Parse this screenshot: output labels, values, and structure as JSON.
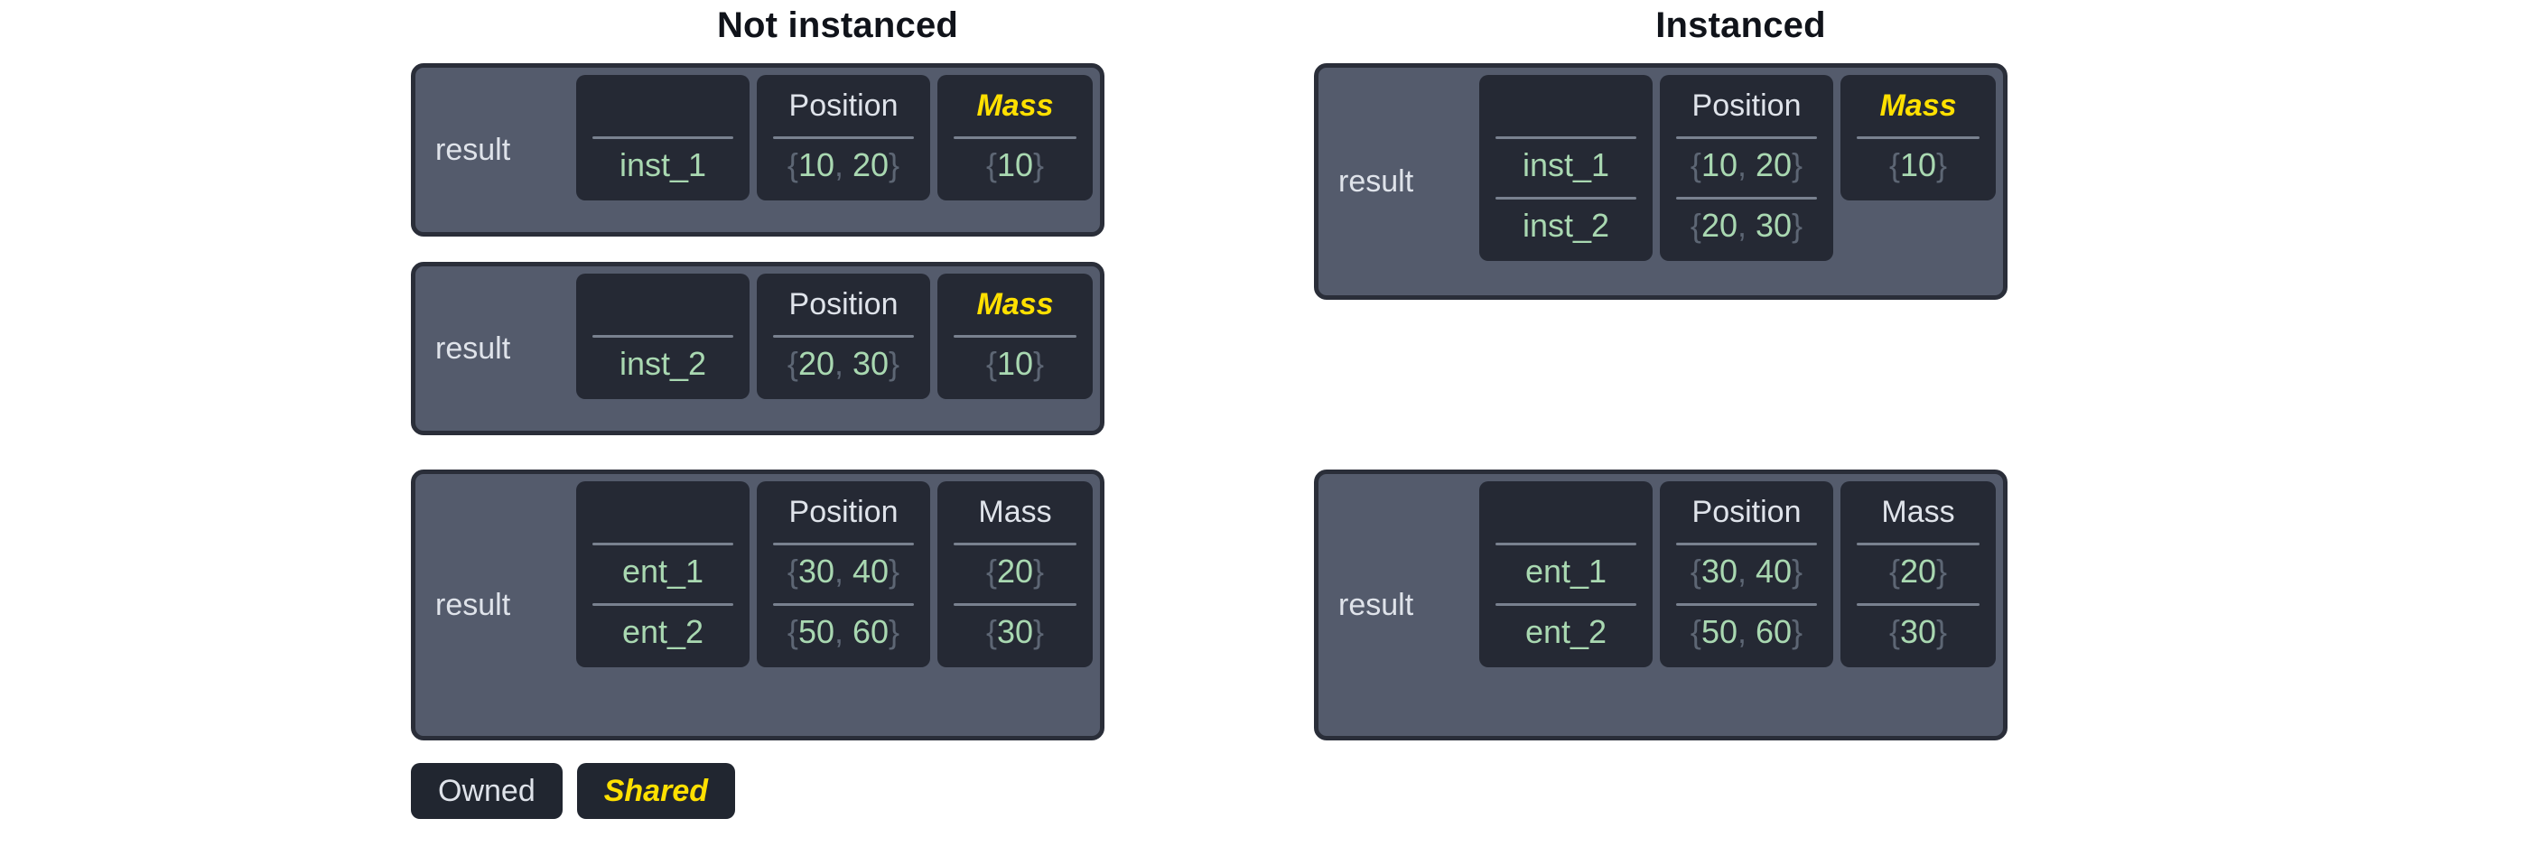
{
  "colors": {
    "page_background": "#ffffff",
    "panel_fill": "#545b6c",
    "panel_border": "#2a2e39",
    "column_fill": "#252934",
    "owned_text": "#dfe3ea",
    "shared_text": "#ffe000",
    "value_green": "#a9d8b1",
    "brace_gray": "#5d6674",
    "rule_gray": "#79818f",
    "title_text": "#10131a"
  },
  "columns": [
    {
      "key": "not_instanced",
      "title": "Not instanced",
      "panels": [
        {
          "label": "result",
          "columns": [
            {
              "header": "",
              "ownership": "owned",
              "cells": [
                "inst_1"
              ]
            },
            {
              "header": "Position",
              "ownership": "owned",
              "cells": [
                "{10, 20}"
              ]
            },
            {
              "header": "Mass",
              "ownership": "shared",
              "cells": [
                "{10}"
              ]
            }
          ]
        },
        {
          "label": "result",
          "columns": [
            {
              "header": "",
              "ownership": "owned",
              "cells": [
                "inst_2"
              ]
            },
            {
              "header": "Position",
              "ownership": "owned",
              "cells": [
                "{20, 30}"
              ]
            },
            {
              "header": "Mass",
              "ownership": "shared",
              "cells": [
                "{10}"
              ]
            }
          ]
        },
        {
          "label": "result",
          "columns": [
            {
              "header": "",
              "ownership": "owned",
              "cells": [
                "ent_1",
                "ent_2"
              ]
            },
            {
              "header": "Position",
              "ownership": "owned",
              "cells": [
                "{30, 40}",
                "{50, 60}"
              ]
            },
            {
              "header": "Mass",
              "ownership": "owned",
              "cells": [
                "{20}",
                "{30}"
              ]
            }
          ]
        }
      ]
    },
    {
      "key": "instanced",
      "title": "Instanced",
      "panels": [
        {
          "label": "result",
          "columns": [
            {
              "header": "",
              "ownership": "owned",
              "cells": [
                "inst_1",
                "inst_2"
              ]
            },
            {
              "header": "Position",
              "ownership": "owned",
              "cells": [
                "{10, 20}",
                "{20, 30}"
              ]
            },
            {
              "header": "Mass",
              "ownership": "shared",
              "cells": [
                "{10}"
              ]
            }
          ]
        },
        {
          "label": "result",
          "columns": [
            {
              "header": "",
              "ownership": "owned",
              "cells": [
                "ent_1",
                "ent_2"
              ]
            },
            {
              "header": "Position",
              "ownership": "owned",
              "cells": [
                "{30, 40}",
                "{50, 60}"
              ]
            },
            {
              "header": "Mass",
              "ownership": "owned",
              "cells": [
                "{20}",
                "{30}"
              ]
            }
          ]
        }
      ]
    }
  ],
  "legend": [
    {
      "label": "Owned",
      "ownership": "owned"
    },
    {
      "label": "Shared",
      "ownership": "shared"
    }
  ]
}
